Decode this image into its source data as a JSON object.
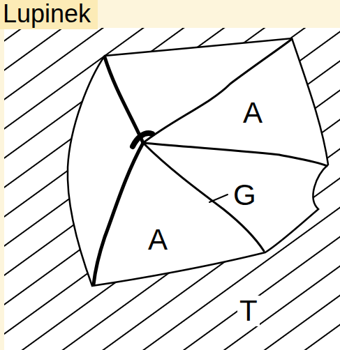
{
  "diagram": {
    "title": "Lupinek",
    "labels": [
      "A",
      "G",
      "A",
      "T"
    ]
  }
}
